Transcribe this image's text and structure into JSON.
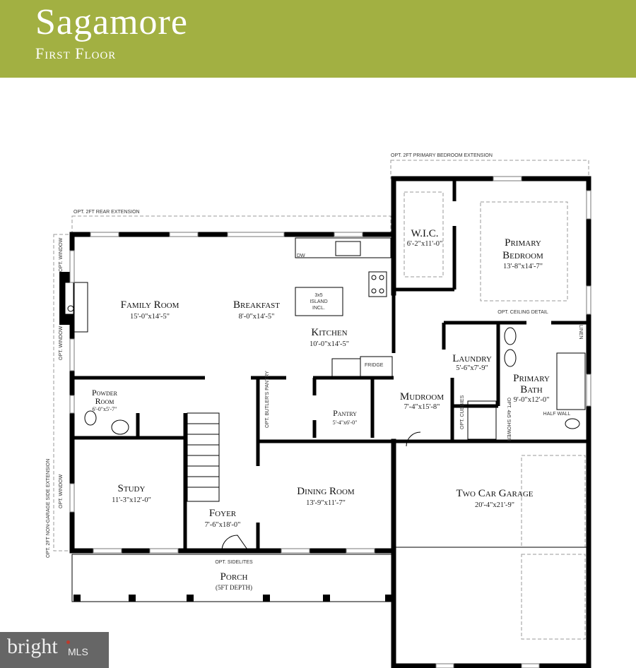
{
  "header": {
    "title": "Sagamore",
    "subtitle": "First Floor",
    "color": "#a2b042"
  },
  "notes": {
    "rear_extension": "OPT. 2FT REAR EXTENSION",
    "bedroom_extension": "OPT. 2FT PRIMARY BEDROOM EXTENSION",
    "side_extension": "OPT. 2FT NON-GARAGE SIDE EXTENSION",
    "opt_window": "OPT. WINDOW",
    "ceiling_detail": "OPT. CEILING DETAIL",
    "sidelites": "OPT. SIDELITES",
    "butlers_pantry": "OPT. BUTLER'S PANTRY",
    "cubbies": "OPT. CUBBIES",
    "shower": "OPT. 4x5 SHOWER",
    "half_wall": "HALF WALL",
    "linen": "LINEN",
    "dw": "DW",
    "fridge": "FRIDGE",
    "island": [
      "3x5",
      "ISLAND",
      "INCL."
    ]
  },
  "rooms": {
    "family_room": {
      "name": "Family Room",
      "dim": "15'-0\"x14'-5\""
    },
    "breakfast": {
      "name": "Breakfast",
      "dim": "8'-0\"x14'-5\""
    },
    "kitchen": {
      "name": "Kitchen",
      "dim": "10'-0\"x14'-5\""
    },
    "wic": {
      "name": "W.I.C.",
      "dim": "6'-2\"x11'-0\""
    },
    "primary_bedroom": {
      "name1": "Primary",
      "name2": "Bedroom",
      "dim": "13'-8\"x14'-7\""
    },
    "laundry": {
      "name": "Laundry",
      "dim": "5'-6\"x7'-9\""
    },
    "primary_bath": {
      "name1": "Primary",
      "name2": "Bath",
      "dim": "9'-0\"x12'-0\""
    },
    "mudroom": {
      "name": "Mudroom",
      "dim": "7'-4\"x15'-8\""
    },
    "powder_room": {
      "name1": "Powder",
      "name2": "Room",
      "dim": "6'-0\"x5'-7\""
    },
    "pantry": {
      "name": "Pantry",
      "dim": "5'-4\"x6'-0\""
    },
    "study": {
      "name": "Study",
      "dim": "11'-3\"x12'-0\""
    },
    "foyer": {
      "name": "Foyer",
      "dim": "7'-6\"x18'-0\""
    },
    "dining_room": {
      "name": "Dining Room",
      "dim": "13'-9\"x11'-7\""
    },
    "garage": {
      "name": "Two Car Garage",
      "dim": "20'-4\"x21'-9\""
    },
    "porch": {
      "name": "Porch",
      "dim": "(5FT DEPTH)"
    }
  },
  "logo": {
    "brand": "bright",
    "suffix": "MLS"
  }
}
